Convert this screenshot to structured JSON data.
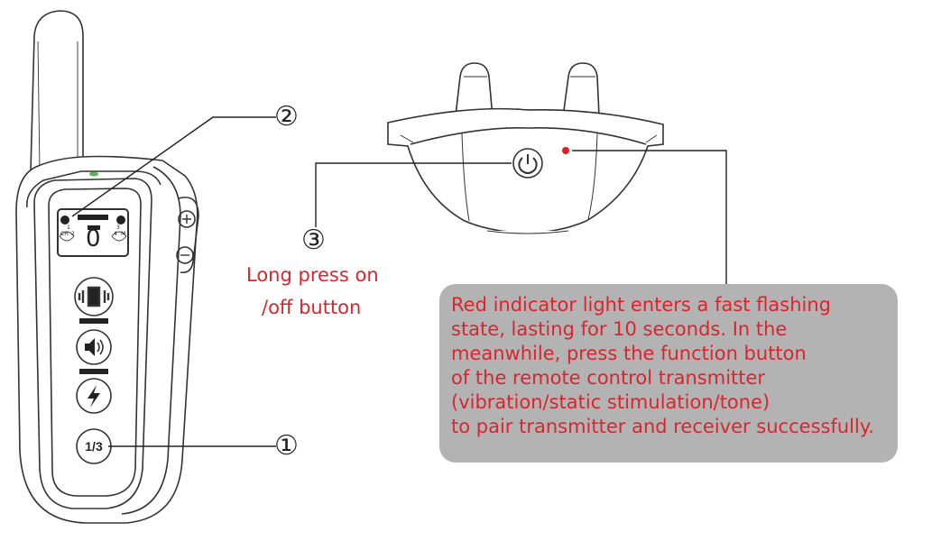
{
  "callouts": {
    "one": "①",
    "two": "②",
    "three": "③"
  },
  "step3_caption": {
    "line1": "Long press on",
    "line2": "/off button"
  },
  "info_box": {
    "lines": [
      "Red indicator light enters a fast flashing",
      "state, lasting for 10 seconds. In the",
      "meanwhile, press the function button",
      "of the remote control transmitter",
      "(vibration/static stimulation/tone)",
      "to pair transmitter and receiver successfully."
    ]
  },
  "transmitter": {
    "channel_button_label": "1/3",
    "lcd": {
      "digit": "0",
      "left_labels": [
        "CH",
        "1",
        "2"
      ],
      "right_labels": [
        "M",
        "3",
        "4"
      ]
    }
  },
  "colors": {
    "accent_red": "#d8262e",
    "box_gray": "#b3b3b3",
    "led_green": "#4cbb4c",
    "indicator_red": "#e02020"
  }
}
